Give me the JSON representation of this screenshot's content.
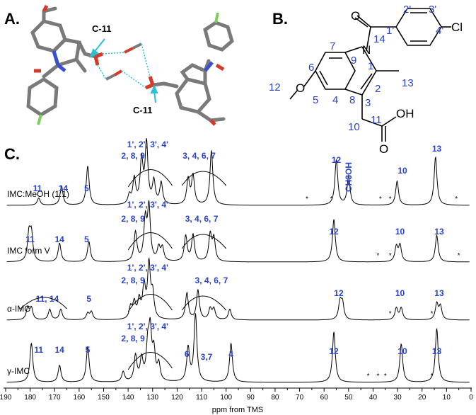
{
  "panels": {
    "a": "A.",
    "b": "B.",
    "c": "C."
  },
  "crystal": {
    "label_top": "C-11",
    "label_bottom": "C-11",
    "colors": {
      "carbon": "#7a7a7a",
      "oxygen": "#d43a2a",
      "nitrogen": "#3a4fd0",
      "chlorine": "#7ad05a",
      "hbond": "#2bbfd4"
    }
  },
  "molecule": {
    "atoms": {
      "O_carbonyl": "O",
      "N": "N",
      "Cl": "Cl",
      "O_ether": "O",
      "O_acid": "O",
      "OH": "OH"
    },
    "numbers": {
      "n2p": "2'",
      "n3p": "3'",
      "n1p": "1'",
      "n4p": "4'",
      "n14": "14",
      "n7": "7",
      "n9": "9",
      "n1": "1",
      "n6": "6",
      "n2": "2",
      "n13": "13",
      "n12": "12",
      "n5": "5",
      "n4": "4",
      "n8": "8",
      "n3": "3",
      "n11": "11",
      "n10": "10"
    }
  },
  "chart_data": {
    "type": "line",
    "xlabel": "ppm from TMS",
    "xlim": [
      190,
      0
    ],
    "x_ticks": [
      190,
      180,
      170,
      160,
      150,
      140,
      130,
      120,
      110,
      100,
      90,
      80,
      70,
      60,
      50,
      40,
      30,
      20,
      10,
      0
    ],
    "series": [
      {
        "name": "IMC:MeOH (1:1)",
        "peaks": [
          {
            "ppm": 176.5,
            "h": 0.12
          },
          {
            "ppm": 167.2,
            "h": 0.32
          },
          {
            "ppm": 156.5,
            "h": 0.65
          },
          {
            "ppm": 139.5,
            "h": 0.15
          },
          {
            "ppm": 137.5,
            "h": 0.42
          },
          {
            "ppm": 134.5,
            "h": 0.72
          },
          {
            "ppm": 132.5,
            "h": 1.0
          },
          {
            "ppm": 129.5,
            "h": 0.38
          },
          {
            "ppm": 126.5,
            "h": 0.36
          },
          {
            "ppm": 115.5,
            "h": 0.42
          },
          {
            "ppm": 113.5,
            "h": 0.48
          },
          {
            "ppm": 106.0,
            "h": 0.9
          },
          {
            "ppm": 55.0,
            "h": 0.75
          },
          {
            "ppm": 50.0,
            "h": 0.48
          },
          {
            "ppm": 30.2,
            "h": 0.4
          },
          {
            "ppm": 14.5,
            "h": 0.8
          }
        ],
        "labels": [
          {
            "text": "11",
            "ppm": 177
          },
          {
            "text": "14",
            "ppm": 166.5
          },
          {
            "text": "5",
            "ppm": 157
          },
          {
            "text": "1', 2', 3', 4'",
            "ppm": 132
          },
          {
            "text": "2, 8, 9",
            "ppm": 138
          },
          {
            "text": "3, 4, 6, 7",
            "ppm": 111
          },
          {
            "text": "12",
            "ppm": 55
          },
          {
            "text": "CH3OH",
            "ppm": 50
          },
          {
            "text": "10",
            "ppm": 28
          },
          {
            "text": "13",
            "ppm": 14
          }
        ],
        "asterisks_ppm": [
          67,
          57,
          37,
          33,
          6
        ]
      },
      {
        "name": "IMC form V",
        "peaks": [
          {
            "ppm": 180.5,
            "h": 0.5
          },
          {
            "ppm": 179.5,
            "h": 0.5
          },
          {
            "ppm": 168.0,
            "h": 0.35
          },
          {
            "ppm": 156.0,
            "h": 0.38
          },
          {
            "ppm": 137.0,
            "h": 0.55
          },
          {
            "ppm": 133.0,
            "h": 0.75
          },
          {
            "ppm": 131.5,
            "h": 1.0
          },
          {
            "ppm": 127.5,
            "h": 0.25
          },
          {
            "ppm": 126.0,
            "h": 0.25
          },
          {
            "ppm": 116.5,
            "h": 0.48
          },
          {
            "ppm": 113.5,
            "h": 0.5
          },
          {
            "ppm": 106.5,
            "h": 0.5
          },
          {
            "ppm": 105.0,
            "h": 0.42
          },
          {
            "ppm": 56.0,
            "h": 0.8
          },
          {
            "ppm": 30.5,
            "h": 0.28
          },
          {
            "ppm": 29.0,
            "h": 0.3
          },
          {
            "ppm": 14.0,
            "h": 0.5
          }
        ],
        "labels": [
          {
            "text": "11",
            "ppm": 180
          },
          {
            "text": "14",
            "ppm": 168
          },
          {
            "text": "5",
            "ppm": 157
          },
          {
            "text": "1', 2', 3', 4'",
            "ppm": 132
          },
          {
            "text": "2, 8, 9",
            "ppm": 138
          },
          {
            "text": "3, 4, 6, 7",
            "ppm": 110
          },
          {
            "text": "12",
            "ppm": 56
          },
          {
            "text": "10",
            "ppm": 29
          },
          {
            "text": "13",
            "ppm": 13
          }
        ],
        "asterisks_ppm": [
          38,
          33,
          5
        ]
      },
      {
        "name": "α-IMC",
        "peaks": [
          {
            "ppm": 181.0,
            "h": 0.22
          },
          {
            "ppm": 179.5,
            "h": 0.22
          },
          {
            "ppm": 172.0,
            "h": 0.2
          },
          {
            "ppm": 167.5,
            "h": 0.2
          },
          {
            "ppm": 156.5,
            "h": 0.12
          },
          {
            "ppm": 155.0,
            "h": 0.15
          },
          {
            "ppm": 139.0,
            "h": 0.22
          },
          {
            "ppm": 137.5,
            "h": 0.3
          },
          {
            "ppm": 135.5,
            "h": 0.34
          },
          {
            "ppm": 133.5,
            "h": 0.6
          },
          {
            "ppm": 131.5,
            "h": 1.0
          },
          {
            "ppm": 130.0,
            "h": 0.45
          },
          {
            "ppm": 116.0,
            "h": 0.5
          },
          {
            "ppm": 111.5,
            "h": 0.55
          },
          {
            "ppm": 106.5,
            "h": 0.2
          },
          {
            "ppm": 105.0,
            "h": 0.2
          },
          {
            "ppm": 98.5,
            "h": 0.2
          },
          {
            "ppm": 53.5,
            "h": 0.32
          },
          {
            "ppm": 52.5,
            "h": 0.3
          },
          {
            "ppm": 30.5,
            "h": 0.22
          },
          {
            "ppm": 28.5,
            "h": 0.22
          },
          {
            "ppm": 14.0,
            "h": 0.3
          },
          {
            "ppm": 12.5,
            "h": 0.25
          }
        ],
        "labels": [
          {
            "text": "11, 14",
            "ppm": 173
          },
          {
            "text": "5",
            "ppm": 156
          },
          {
            "text": "1', 2', 3', 4'",
            "ppm": 132
          },
          {
            "text": "2, 8, 9",
            "ppm": 138
          },
          {
            "text": "3, 4, 6, 7",
            "ppm": 106
          },
          {
            "text": "12",
            "ppm": 54
          },
          {
            "text": "10",
            "ppm": 29
          },
          {
            "text": "13",
            "ppm": 13
          }
        ],
        "asterisks_ppm": [
          33,
          16
        ]
      },
      {
        "name": "γ-IMC",
        "peaks": [
          {
            "ppm": 179.5,
            "h": 0.58
          },
          {
            "ppm": 168.0,
            "h": 0.25
          },
          {
            "ppm": 156.5,
            "h": 0.53
          },
          {
            "ppm": 142.0,
            "h": 0.15
          },
          {
            "ppm": 137.0,
            "h": 0.38
          },
          {
            "ppm": 134.5,
            "h": 0.32
          },
          {
            "ppm": 132.0,
            "h": 0.48
          },
          {
            "ppm": 131.0,
            "h": 0.7
          },
          {
            "ppm": 129.5,
            "h": 0.42
          },
          {
            "ppm": 127.5,
            "h": 0.25
          },
          {
            "ppm": 115.5,
            "h": 0.5
          },
          {
            "ppm": 112.5,
            "h": 1.0
          },
          {
            "ppm": 98.0,
            "h": 0.58
          },
          {
            "ppm": 56.0,
            "h": 0.75
          },
          {
            "ppm": 28.5,
            "h": 0.57
          },
          {
            "ppm": 14.0,
            "h": 0.8
          }
        ],
        "labels": [
          {
            "text": "11",
            "ppm": 176.5
          },
          {
            "text": "14",
            "ppm": 168
          },
          {
            "text": "5",
            "ppm": 156.5
          },
          {
            "text": "1', 2', 3', 4'",
            "ppm": 132
          },
          {
            "text": "2, 8, 9",
            "ppm": 138
          },
          {
            "text": "6",
            "ppm": 116
          },
          {
            "text": "3,7",
            "ppm": 108
          },
          {
            "text": "4",
            "ppm": 98
          },
          {
            "text": "12",
            "ppm": 56
          },
          {
            "text": "10",
            "ppm": 28
          },
          {
            "text": "13",
            "ppm": 14
          }
        ],
        "asterisks_ppm": [
          42,
          38,
          35,
          16
        ]
      }
    ]
  }
}
